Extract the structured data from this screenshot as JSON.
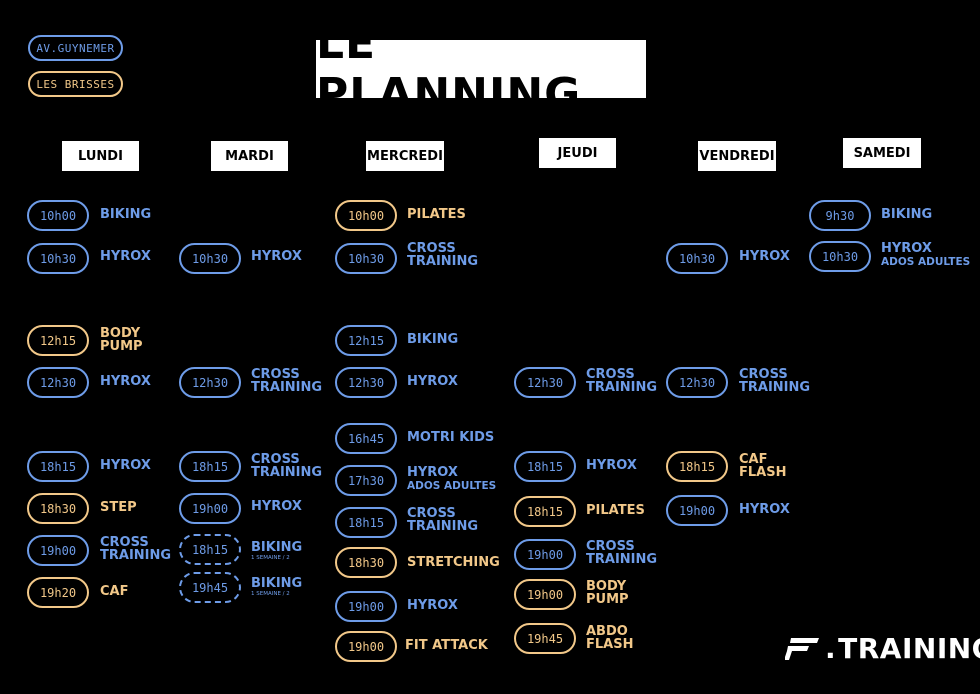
{
  "title": "LE PLANNING",
  "legend": {
    "guynemer": "AV.GUYNEMER",
    "brisses": "LES BRISSES"
  },
  "colors": {
    "guynemer": "#6E9CE8",
    "brisses": "#F2C889",
    "background": "#000000"
  },
  "days": {
    "lundi": "LUNDI",
    "mardi": "MARDI",
    "mercredi": "MERCREDI",
    "jeudi": "JEUDI",
    "vendredi": "VENDREDI",
    "samedi": "SAMEDI"
  },
  "classes": {
    "lundi": [
      {
        "time": "10h00",
        "name": "BIKING",
        "location": "guynemer"
      },
      {
        "time": "10h30",
        "name": "HYROX",
        "location": "guynemer"
      },
      {
        "time": "12h15",
        "name": "BODY",
        "name2": "PUMP",
        "location": "brisses"
      },
      {
        "time": "12h30",
        "name": "HYROX",
        "location": "guynemer"
      },
      {
        "time": "18h15",
        "name": "HYROX",
        "location": "guynemer"
      },
      {
        "time": "18h30",
        "name": "STEP",
        "location": "brisses"
      },
      {
        "time": "19h00",
        "name": "CROSS",
        "name2": "TRAINING",
        "location": "guynemer"
      },
      {
        "time": "19h20",
        "name": "CAF",
        "location": "brisses"
      }
    ],
    "mardi": [
      {
        "time": "10h30",
        "name": "HYROX",
        "location": "guynemer"
      },
      {
        "time": "12h30",
        "name": "CROSS",
        "name2": "TRAINING",
        "location": "guynemer"
      },
      {
        "time": "18h15",
        "name": "CROSS",
        "name2": "TRAINING",
        "location": "guynemer"
      },
      {
        "time": "19h00",
        "name": "HYROX",
        "location": "guynemer"
      },
      {
        "time": "18h15",
        "name": "BIKING",
        "note": "1 SEMAINE / 2",
        "location": "guynemer"
      },
      {
        "time": "19h45",
        "name": "BIKING",
        "note": "1 SEMAINE / 2",
        "location": "guynemer"
      }
    ],
    "mercredi": [
      {
        "time": "10h00",
        "name": "PILATES",
        "location": "brisses"
      },
      {
        "time": "10h30",
        "name": "CROSS",
        "name2": "TRAINING",
        "location": "guynemer"
      },
      {
        "time": "12h15",
        "name": "BIKING",
        "location": "guynemer"
      },
      {
        "time": "12h30",
        "name": "HYROX",
        "location": "guynemer"
      },
      {
        "time": "16h45",
        "name": "MOTRI KIDS",
        "location": "guynemer"
      },
      {
        "time": "17h30",
        "name": "HYROX",
        "sub": "ADOS ADULTES",
        "location": "guynemer"
      },
      {
        "time": "18h15",
        "name": "CROSS",
        "name2": "TRAINING",
        "location": "guynemer"
      },
      {
        "time": "18h30",
        "name": "STRETCHING",
        "location": "brisses"
      },
      {
        "time": "19h00",
        "name": "HYROX",
        "location": "guynemer"
      },
      {
        "time": "19h00",
        "name": "FIT ATTACK",
        "location": "brisses"
      }
    ],
    "jeudi": [
      {
        "time": "12h30",
        "name": "CROSS",
        "name2": "TRAINING",
        "location": "guynemer"
      },
      {
        "time": "18h15",
        "name": "HYROX",
        "location": "guynemer"
      },
      {
        "time": "18h15",
        "name": "PILATES",
        "location": "brisses"
      },
      {
        "time": "19h00",
        "name": "CROSS",
        "name2": "TRAINING",
        "location": "guynemer"
      },
      {
        "time": "19h00",
        "name": "BODY",
        "name2": "PUMP",
        "location": "brisses"
      },
      {
        "time": "19h45",
        "name": "ABDO",
        "name2": "FLASH",
        "location": "brisses"
      }
    ],
    "vendredi": [
      {
        "time": "10h30",
        "name": "HYROX",
        "location": "guynemer"
      },
      {
        "time": "12h30",
        "name": "CROSS",
        "name2": "TRAINING",
        "location": "guynemer"
      },
      {
        "time": "18h15",
        "name": "CAF",
        "name2": "FLASH",
        "location": "brisses"
      },
      {
        "time": "19h00",
        "name": "HYROX",
        "location": "guynemer"
      }
    ],
    "samedi": [
      {
        "time": "9h30",
        "name": "BIKING",
        "location": "guynemer"
      },
      {
        "time": "10h30",
        "name": "HYROX",
        "sub": "ADOS ADULTES",
        "location": "guynemer"
      }
    ]
  },
  "logo": {
    "text": "TRAINING",
    "icon": "f-logo-icon"
  }
}
